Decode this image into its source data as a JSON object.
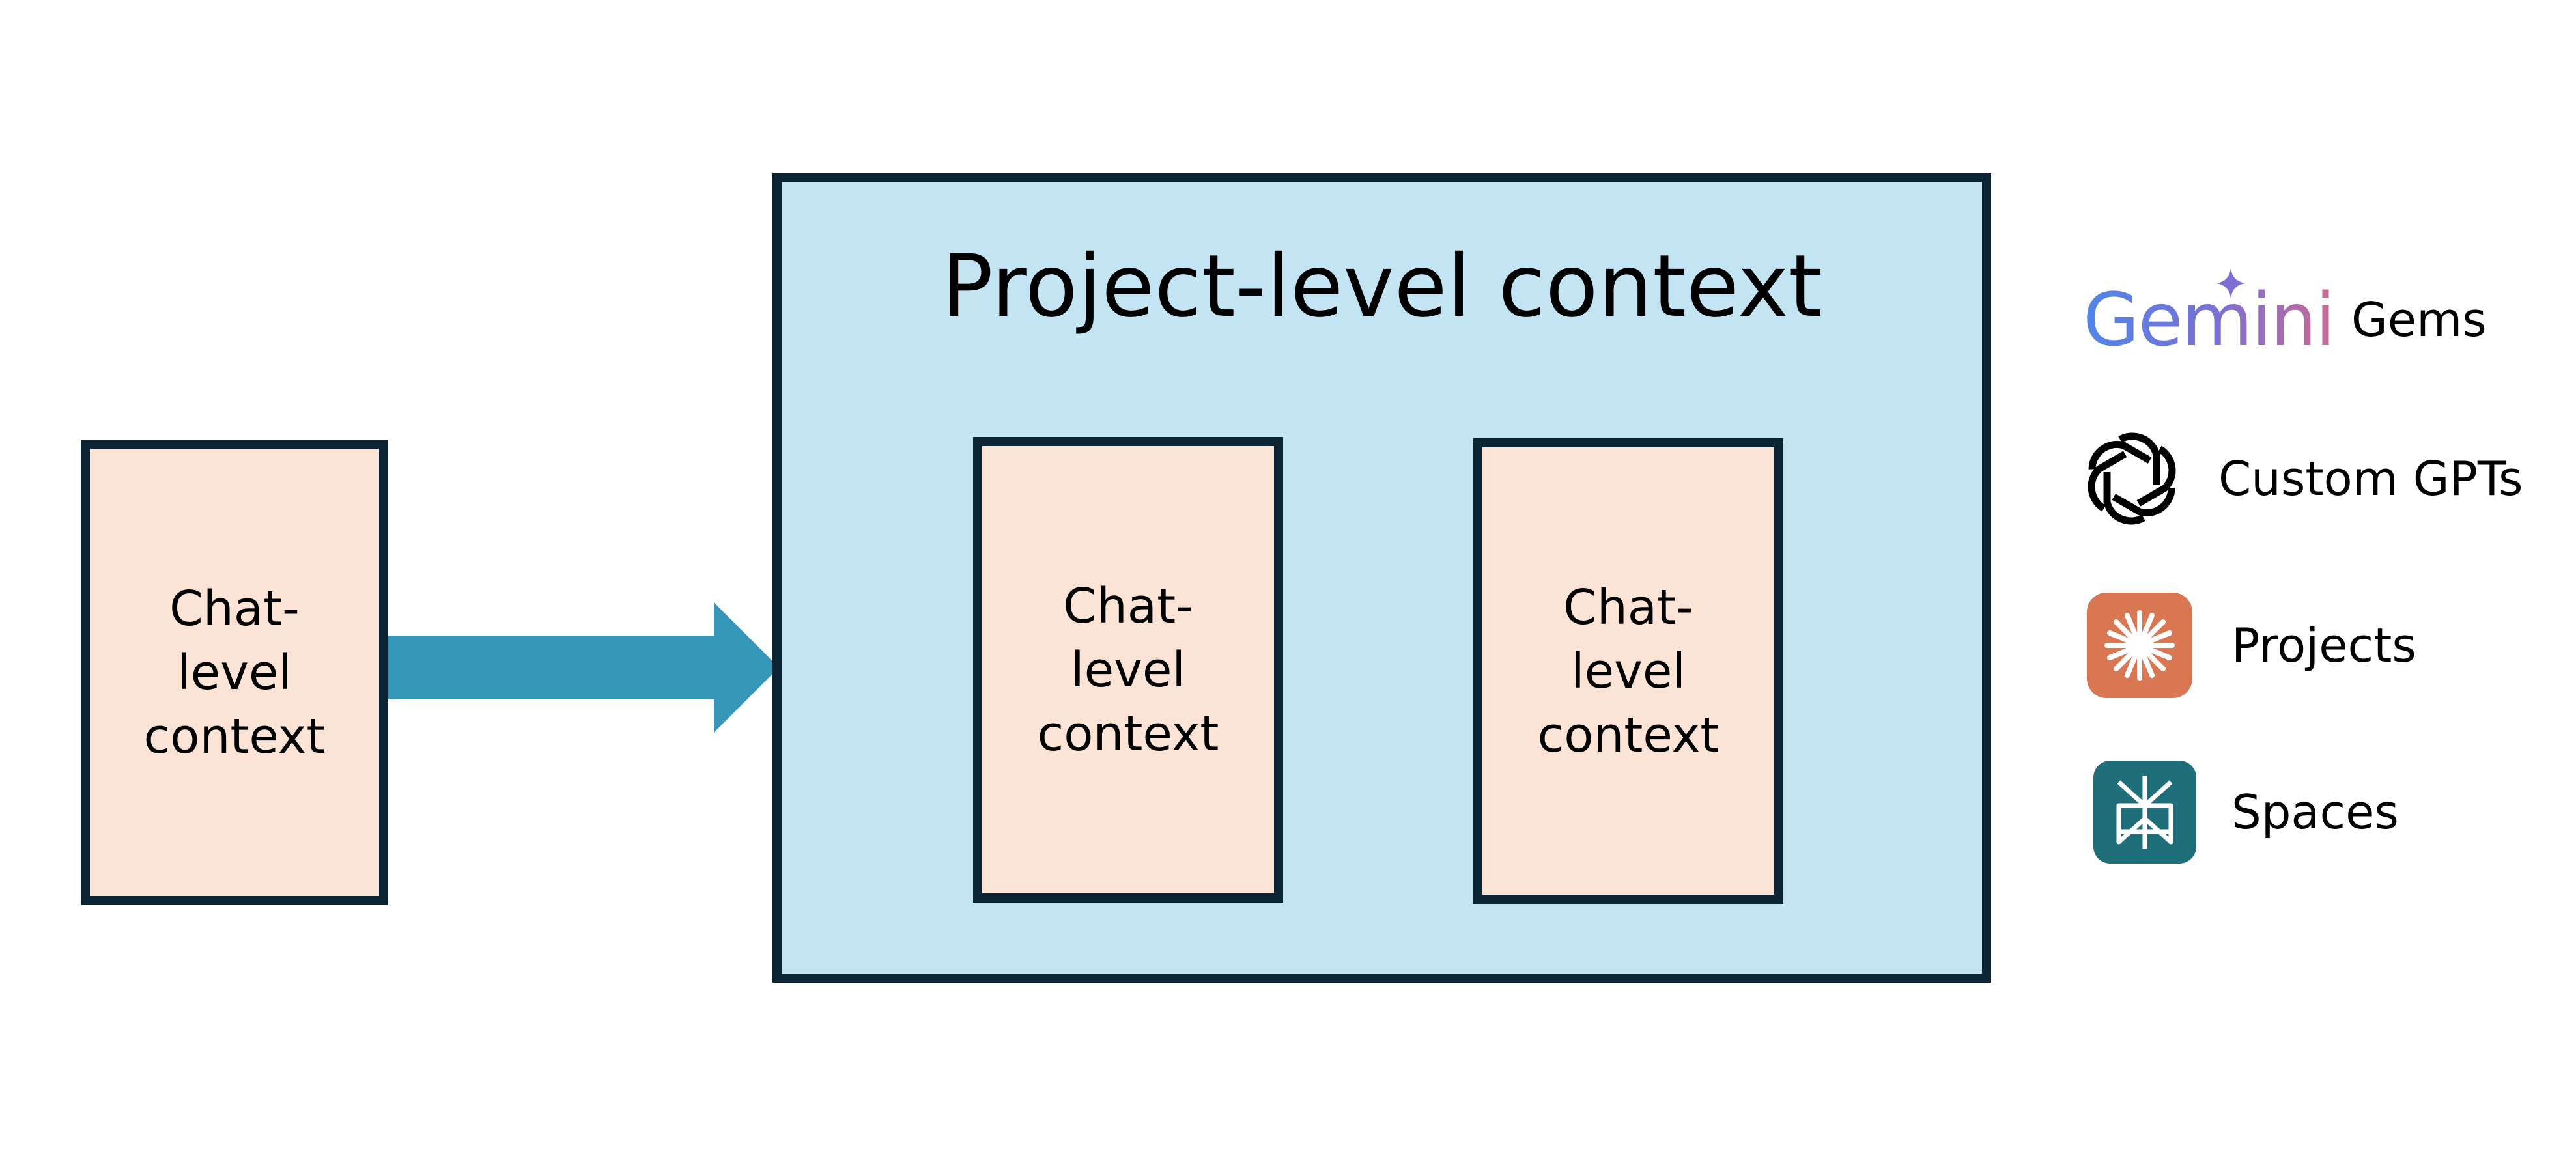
{
  "diagram": {
    "project_title": "Project-level context",
    "chat_boxes": [
      {
        "label": "Chat-\nlevel\ncontext"
      },
      {
        "label": "Chat-\nlevel\ncontext"
      },
      {
        "label": "Chat-\nlevel\ncontext"
      }
    ]
  },
  "legend": {
    "items": [
      {
        "logo_text": "Gemini",
        "label": "Gems",
        "icon": "gemini-logo"
      },
      {
        "label": "Custom GPTs",
        "icon": "openai-icon"
      },
      {
        "label": "Projects",
        "icon": "claude-icon"
      },
      {
        "label": "Spaces",
        "icon": "perplexity-icon"
      }
    ]
  },
  "colors": {
    "chat_fill": "#fbe3d6",
    "project_fill": "#c3e5f3",
    "border": "#0b2333",
    "arrow": "#3797b8",
    "claude_bg": "#d87752",
    "perplexity_bg": "#1f6f7a"
  }
}
